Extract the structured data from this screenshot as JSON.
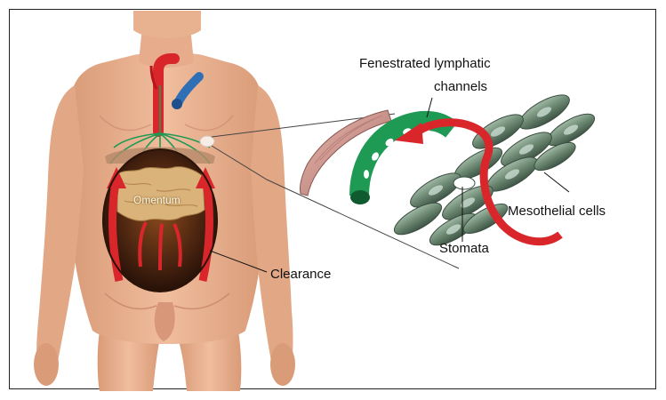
{
  "labels": {
    "fenestrated_line1": "Fenestrated lymphatic",
    "fenestrated_line2": "channels",
    "mesothelial": "Mesothelial cells",
    "stomata": "Stomata",
    "clearance": "Clearance",
    "omentum": "Omentum"
  },
  "colors": {
    "skin": "#ecb493",
    "skin_shadow": "#cf8f6c",
    "artery": "#d9262b",
    "vein": "#2f6fb6",
    "lymphatic": "#1f9a55",
    "omentum": "#d9b37a",
    "cavity": "#3a1a0c",
    "mesothelial": "#6d8a73",
    "membrane": "#c98f86"
  }
}
